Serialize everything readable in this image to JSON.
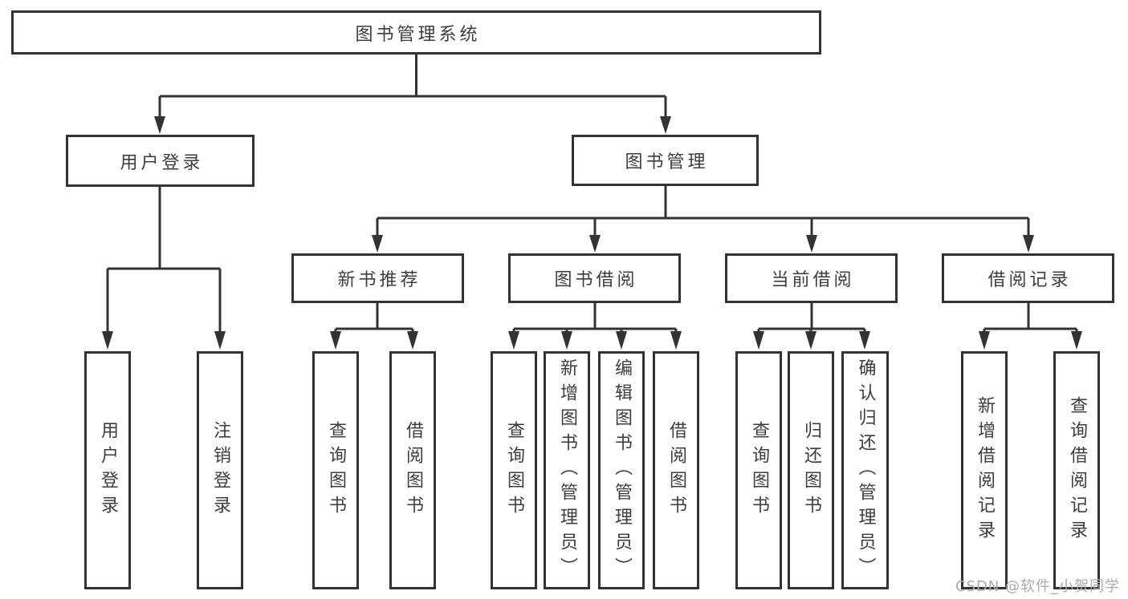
{
  "tree": {
    "label": "图书管理系统",
    "children": [
      {
        "label": "用户登录",
        "children": [
          {
            "label": "用户登录"
          },
          {
            "label": "注销登录"
          }
        ]
      },
      {
        "label": "图书管理",
        "children": [
          {
            "label": "新书推荐",
            "children": [
              {
                "label": "查询图书"
              },
              {
                "label": "借阅图书"
              }
            ]
          },
          {
            "label": "图书借阅",
            "children": [
              {
                "label": "查询图书"
              },
              {
                "label": "新增图书（管理员）"
              },
              {
                "label": "编辑图书（管理员）"
              },
              {
                "label": "借阅图书"
              }
            ]
          },
          {
            "label": "当前借阅",
            "children": [
              {
                "label": "查询图书"
              },
              {
                "label": "归还图书"
              },
              {
                "label": "确认归还（管理员）"
              }
            ]
          },
          {
            "label": "借阅记录",
            "children": [
              {
                "label": "新增借阅记录"
              },
              {
                "label": "查询借阅记录"
              }
            ]
          }
        ]
      }
    ]
  },
  "watermark": "CSDN @软件_小贺同学",
  "colors": {
    "line": "#333333",
    "text": "#3d3d3d",
    "background": "#ffffff",
    "watermark": "#ababab"
  }
}
